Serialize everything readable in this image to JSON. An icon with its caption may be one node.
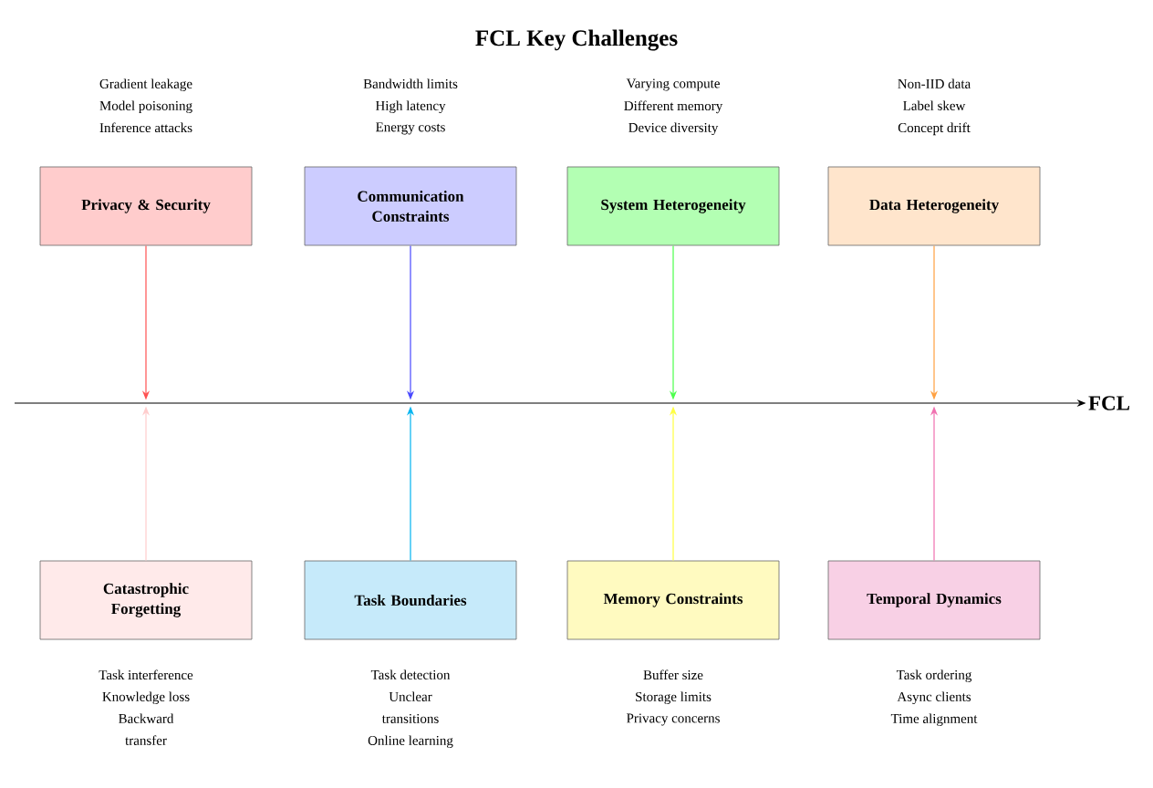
{
  "diagram": {
    "title": "FCL Key Challenges",
    "nodes": [
      {
        "text": [
          "Privacy & Security"
        ],
        "beside": [
          "Gradient leakage",
          "Model poisoning",
          "Inference attacks"
        ]
      },
      {
        "text": [
          "Communication Constraints"
        ],
        "beside": [
          "Bandwidth limits",
          "High latency",
          "Energy costs"
        ]
      },
      {
        "text": [
          "System Heterogeneity"
        ],
        "beside": [
          "Varying compute",
          "Different memory",
          "Device diversity"
        ]
      },
      {
        "text": [
          "Data Heterogeneity"
        ],
        "beside": [
          "Non-IID data",
          "Label skew",
          "Concept drift"
        ]
      },
      {
        "text": [
          "Catastrophic Forgetting"
        ],
        "beside": [
          "Task interference",
          "Knowledge loss",
          "Backward transfer"
        ]
      },
      {
        "text": [
          "Task Boundaries"
        ],
        "beside": [
          "Task detection",
          "Unclear transitions",
          "Online learning"
        ]
      },
      {
        "text": [
          "Memory Constraints"
        ],
        "beside": [
          "Buffer size",
          "Storage limits",
          "Privacy concerns"
        ]
      },
      {
        "text": [
          "Temporal Dynamics"
        ],
        "beside": [
          "Task ordering",
          "Async clients",
          "Time alignment"
        ]
      },
      {
        "text": [
          "FCL"
        ]
      }
    ],
    "edges": [
      {
        "from": 0,
        "to": null,
        "arrow": "to",
        "color": "#ff5050"
      },
      {
        "from": 1,
        "to": null,
        "arrow": "to",
        "color": "#4848ff"
      },
      {
        "from": 2,
        "to": null,
        "arrow": "to",
        "color": "#4cff4c"
      },
      {
        "from": 3,
        "to": null,
        "arrow": "to",
        "color": "#ffa040"
      },
      {
        "from": 4,
        "to": null,
        "arrow": "to",
        "color": "#ffcccc"
      },
      {
        "from": 5,
        "to": null,
        "arrow": "to",
        "color": "#00b4f0"
      },
      {
        "from": 6,
        "to": null,
        "arrow": "to",
        "color": "#ffff40"
      },
      {
        "from": 7,
        "to": null,
        "arrow": "to",
        "color": "#f070b0"
      },
      {
        "from": null,
        "to": 8,
        "arrow": "to",
        "color": "#000000"
      }
    ]
  }
}
